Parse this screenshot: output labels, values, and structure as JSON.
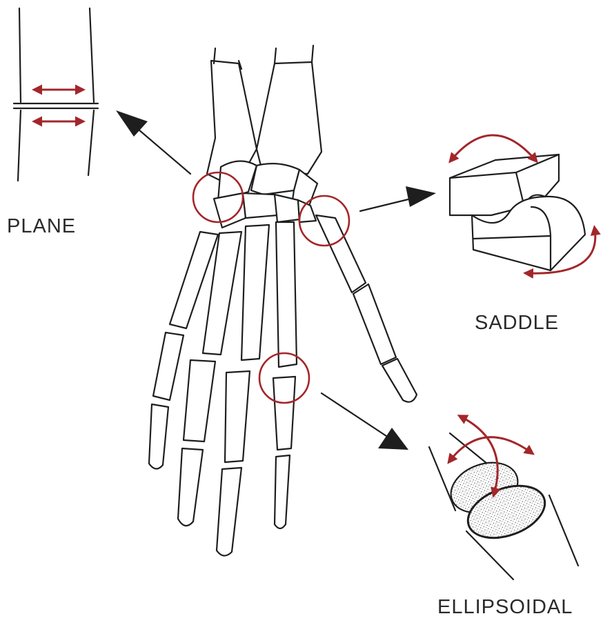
{
  "labels": {
    "plane": "PLANE",
    "saddle": "SADDLE",
    "ellipsoidal": "ELLIPSOIDAL"
  },
  "colors": {
    "accent": "#a3262a",
    "ink": "#1e1e1e",
    "stipple": "#555555"
  }
}
